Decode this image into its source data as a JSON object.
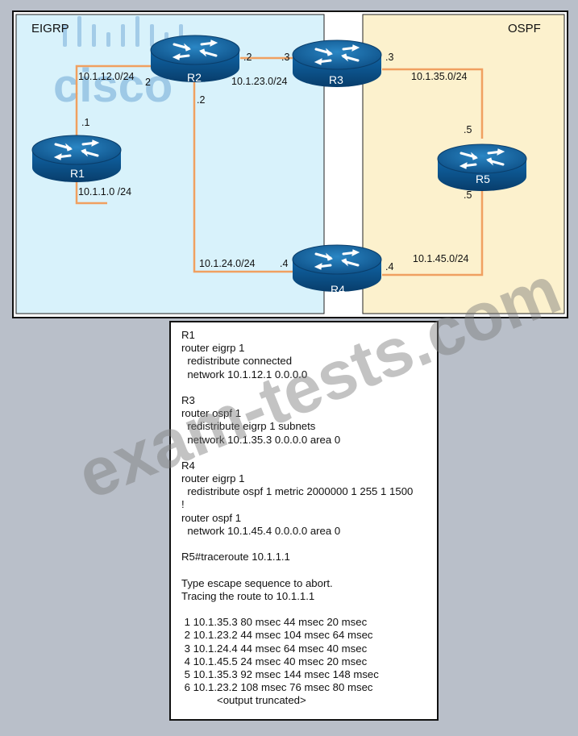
{
  "areas": {
    "eigrp": {
      "label": "EIGRP",
      "color": "#d8f2fb"
    },
    "ospf": {
      "label": "OSPF",
      "color": "#fcf1cd"
    }
  },
  "routers": [
    {
      "id": "R1",
      "label": "R1"
    },
    {
      "id": "R2",
      "label": "R2"
    },
    {
      "id": "R3",
      "label": "R3"
    },
    {
      "id": "R4",
      "label": "R4"
    },
    {
      "id": "R5",
      "label": "R5"
    }
  ],
  "networks": {
    "r1_r2": "10.1.12.0/24",
    "r2_r3": "10.1.23.0/24",
    "r3_r5": "10.1.35.0/24",
    "r1_lan": "10.1.1.0 /24",
    "r2_r4": "10.1.24.0/24",
    "r4_r5": "10.1.45.0/24"
  },
  "interfaces": {
    "r1_up": ".1",
    "r2_left": "2",
    "r2_right": ".2",
    "r2_down": ".2",
    "r3_left": ".3",
    "r3_right": ".3",
    "r5_up": ".5",
    "r5_down": ".5",
    "r4_left": ".4",
    "r4_right": ".4"
  },
  "link_color": "#f0a060",
  "watermarks": {
    "cisco": "cisco",
    "site": "exam-tests.com"
  },
  "config": {
    "r1": [
      "R1",
      "router eigrp 1",
      "  redistribute connected",
      "  network 10.1.12.1 0.0.0.0"
    ],
    "r3": [
      "R3",
      "router ospf 1",
      "  redistribute eigrp 1 subnets",
      "  network 10.1.35.3 0.0.0.0 area 0"
    ],
    "r4": [
      "R4",
      "router eigrp 1",
      "  redistribute ospf 1 metric 2000000 1 255 1 1500",
      "!",
      "router ospf 1",
      "  network 10.1.45.4 0.0.0.0 area 0"
    ],
    "trace_cmd": "R5#traceroute 10.1.1.1",
    "trace_head": [
      "Type escape sequence to abort.",
      "Tracing the route to 10.1.1.1"
    ],
    "hops": [
      " 1 10.1.35.3 80 msec 44 msec 20 msec",
      " 2 10.1.23.2 44 msec 104 msec 64 msec",
      " 3 10.1.24.4 44 msec 64 msec 40 msec",
      " 4 10.1.45.5 24 msec 40 msec 20 msec",
      " 5 10.1.35.3 92 msec 144 msec 148 msec",
      " 6 10.1.23.2 108 msec 76 msec 80 msec"
    ],
    "truncated": "<output truncated>"
  }
}
